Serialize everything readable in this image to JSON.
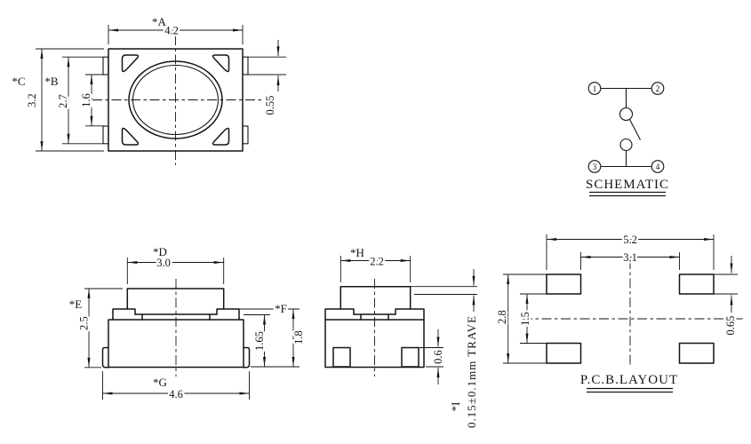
{
  "colors": {
    "line": "#141414",
    "background": "#ffffff"
  },
  "top_view": {
    "label_a": "*A",
    "dim_a": "4.2",
    "label_b": "*B",
    "dim_b": "2.7",
    "label_c": "*C",
    "dim_c": "3.2",
    "dim_inner": "1.6",
    "dim_tab": "0.55"
  },
  "schematic": {
    "title": "SCHEMATIC",
    "pin_1": "1",
    "pin_2": "2",
    "pin_3": "3",
    "pin_4": "4"
  },
  "front_view": {
    "label_d": "*D",
    "dim_d": "3.0",
    "label_e": "*E",
    "dim_e": "2.5",
    "label_f": "*F",
    "dim_f": "1.8",
    "dim_cover": "1.65",
    "label_g": "*G",
    "dim_g": "4.6"
  },
  "side_view": {
    "label_h": "*H",
    "dim_h": "2.2",
    "dim_foot": "0.6",
    "label_i": "*I",
    "travel_note": "0.15±0.1mm TRAVE"
  },
  "pcb_layout": {
    "title": "P.C.B.LAYOUT",
    "dim_outer_width": "5.2",
    "dim_inner_width": "3.1",
    "dim_outer_height": "2.8",
    "dim_pad_gap": "1.5",
    "dim_pad_height": "0.65"
  }
}
